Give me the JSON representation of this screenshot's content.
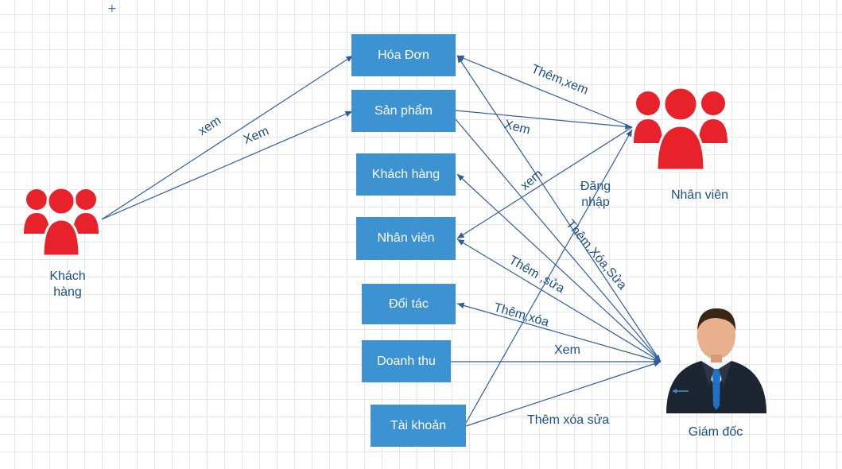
{
  "actors": {
    "customer": {
      "label": "Khách\nhàng",
      "icon": "user-group-icon"
    },
    "staff": {
      "label": "Nhân viên",
      "icon": "user-group-icon"
    },
    "director": {
      "label": "Giám đốc",
      "icon": "businessman-icon"
    }
  },
  "entities": [
    {
      "id": "hoa-don",
      "label": "Hóa Đơn"
    },
    {
      "id": "san-pham",
      "label": "Sản phẩm"
    },
    {
      "id": "khach-hang",
      "label": "Khách hàng"
    },
    {
      "id": "nhan-vien",
      "label": "Nhân viên"
    },
    {
      "id": "doi-tac",
      "label": "Đối tác"
    },
    {
      "id": "doanh-thu",
      "label": "Doanh thu"
    },
    {
      "id": "tai-khoan",
      "label": "Tài khoản"
    }
  ],
  "edge_labels": {
    "customer_hoa_don": "xem",
    "customer_san_pham": "Xem",
    "staff_hoa_don": "Thêm,xem",
    "staff_san_pham": "Xem",
    "staff_nhan_vien": "xem",
    "staff_login": "Đăng\nnhập",
    "director_them_xoa_sua": "Thêm,Xóa,Sửa",
    "director_nhan_vien": "Thêm ,sửa",
    "director_doi_tac": "Thêm,xóa",
    "director_doanh_thu": "Xem",
    "director_tai_khoan": "Thêm xóa sửa"
  },
  "colors": {
    "box_fill": "#3d92d2",
    "box_text": "#ffffff",
    "edge": "#2f5f9b",
    "label_text": "#1f4f87",
    "actor_red": "#e8222b"
  }
}
